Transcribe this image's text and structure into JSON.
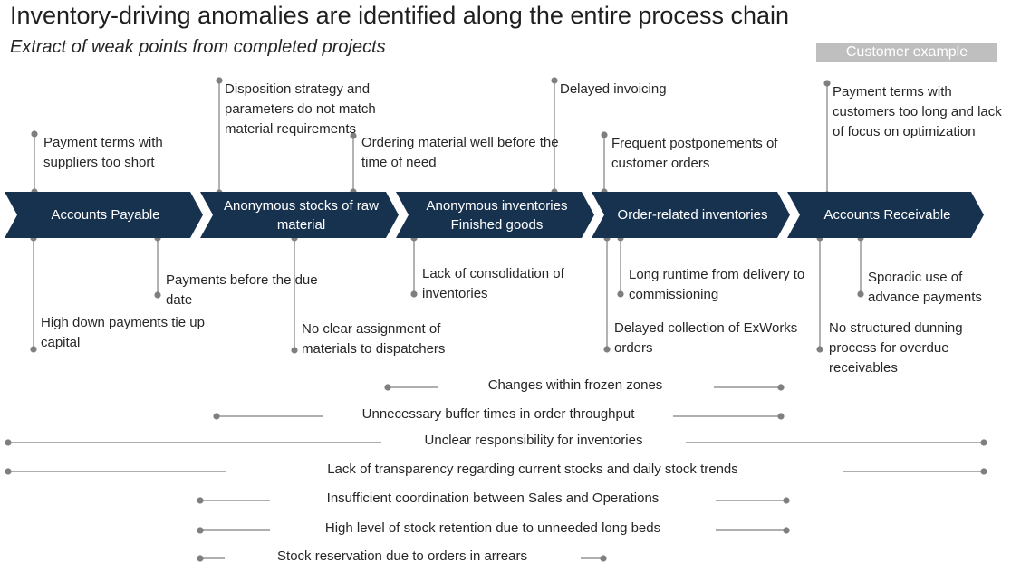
{
  "header": {
    "title": "Inventory-driving anomalies are identified along the entire process chain",
    "subtitle": "Extract of weak points from completed projects",
    "badge": "Customer example"
  },
  "process": [
    {
      "label": "Accounts Payable"
    },
    {
      "label": "Anonymous stocks of raw material"
    },
    {
      "label": "Anonymous inventories Finished goods"
    },
    {
      "label": "Order-related inventories"
    },
    {
      "label": "Accounts Receivable"
    }
  ],
  "notes_above": [
    "Payment terms with suppliers too short",
    "Disposition strategy and parameters do not match material requirements",
    "Ordering material well before the time of need",
    "Delayed invoicing",
    "Frequent postponements of customer orders",
    "Payment terms with customers too long and lack of focus on optimization"
  ],
  "notes_below": [
    "High down payments tie up capital",
    "Payments before the due date",
    "No clear assignment of materials to dispatchers",
    "Lack of consolidation of inventories",
    "Long runtime from delivery to commissioning",
    "Delayed collection of ExWorks orders",
    "Sporadic use of advance payments",
    "No structured dunning process for overdue receivables"
  ],
  "cross_issues": [
    "Changes within frozen zones",
    "Unnecessary buffer times in order throughput",
    "Unclear responsibility for inventories",
    "Lack of transparency regarding current stocks and daily stock trends",
    "Insufficient coordination between Sales and Operations",
    "High level of stock retention due to unneeded long beds",
    "Stock reservation due to orders in arrears"
  ],
  "colors": {
    "chevron": "#17324f",
    "connector": "#7f7f7f",
    "badge": "#bfbfbf"
  }
}
